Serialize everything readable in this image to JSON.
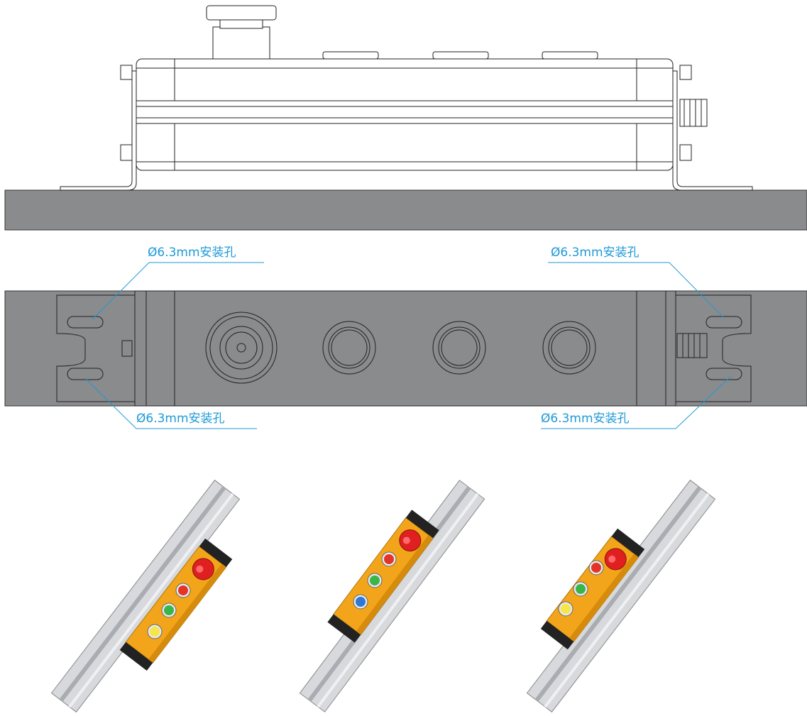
{
  "drawing": {
    "side_view": {
      "label": ""
    },
    "top_view": {
      "mount_hole_label": "Ø6.3mm安装孔",
      "callouts": [
        {
          "text": "Ø6.3mm安装孔",
          "position": "top-left"
        },
        {
          "text": "Ø6.3mm安装孔",
          "position": "top-right"
        },
        {
          "text": "Ø6.3mm安装孔",
          "position": "bottom-left"
        },
        {
          "text": "Ø6.3mm安装孔",
          "position": "bottom-right"
        }
      ]
    },
    "product_renders": [
      {
        "name": "four-button",
        "buttons": [
          "red",
          "green",
          "yellow"
        ],
        "has_estop": true
      },
      {
        "name": "four-button-blue",
        "buttons": [
          "red",
          "green",
          "blue"
        ],
        "has_estop": true
      },
      {
        "name": "four-button-right",
        "buttons": [
          "red",
          "green",
          "yellow"
        ],
        "has_estop": true
      }
    ]
  },
  "colors": {
    "callout": "#1e9ad6",
    "panel_gray": "#8a8b8d",
    "housing_orange": "#f2a51a",
    "rail_silver": "#d7d9dc",
    "estop_red": "#e02020",
    "lamp_red": "#e63327",
    "lamp_green": "#39b54a",
    "lamp_yellow": "#f5e64a",
    "lamp_blue": "#2b78d6"
  }
}
